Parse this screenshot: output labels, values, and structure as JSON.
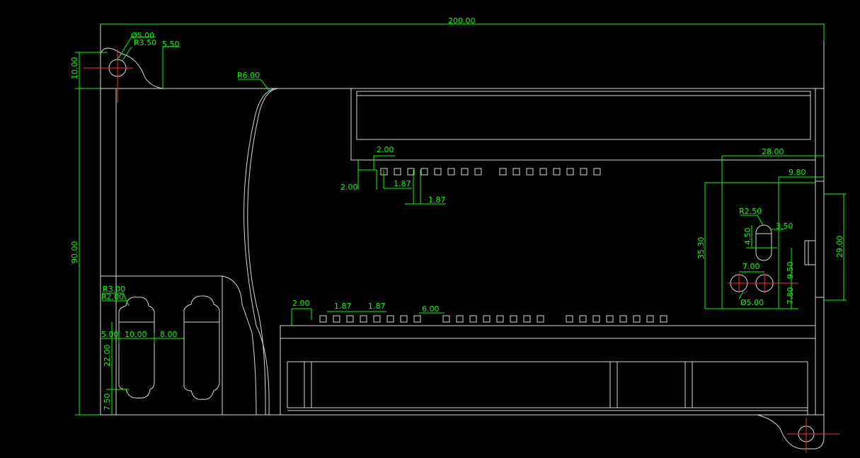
{
  "colors": {
    "background": "#000000",
    "geometry": "#d8d8d8",
    "dimension": "#00ff00",
    "centerline": "#ff3030"
  },
  "dimensions": {
    "overall_width": "200.00",
    "hole_diameter": "Ø5.00",
    "hole_radius": "R3.50",
    "hole_offset": "5.50",
    "hole_height": "10.00",
    "curve_radius": "R6.00",
    "overall_height": "90.00",
    "top_pin_pitch_a": "2.00",
    "top_pin_pitch_b": "2.00",
    "top_pin_size_a": "1.87",
    "top_pin_size_b": "1.87",
    "slot_radius_outer": "R3.00",
    "slot_radius_inner": "R2.00",
    "slot_offset": "5.00",
    "slot_width": "10.00",
    "slot_gap": "8.00",
    "slot_height": "22.00",
    "slot_bottom": "7.50",
    "bottom_pin_pitch": "2.00",
    "bottom_pin_size_a": "1.87",
    "bottom_pin_size_b": "1.87",
    "bottom_pin_gap": "6.00",
    "right_width": "28.00",
    "right_inner_width": "9.80",
    "oval_radius": "R2.50",
    "oval_offset": "3.50",
    "oval_height": "4.50",
    "right_height": "35.30",
    "right_total_height": "29.00",
    "hole_spacing": "7.00",
    "hole_vertical": "9.50",
    "right_hole_diameter": "Ø5.00",
    "hole_bottom": "7.80"
  }
}
